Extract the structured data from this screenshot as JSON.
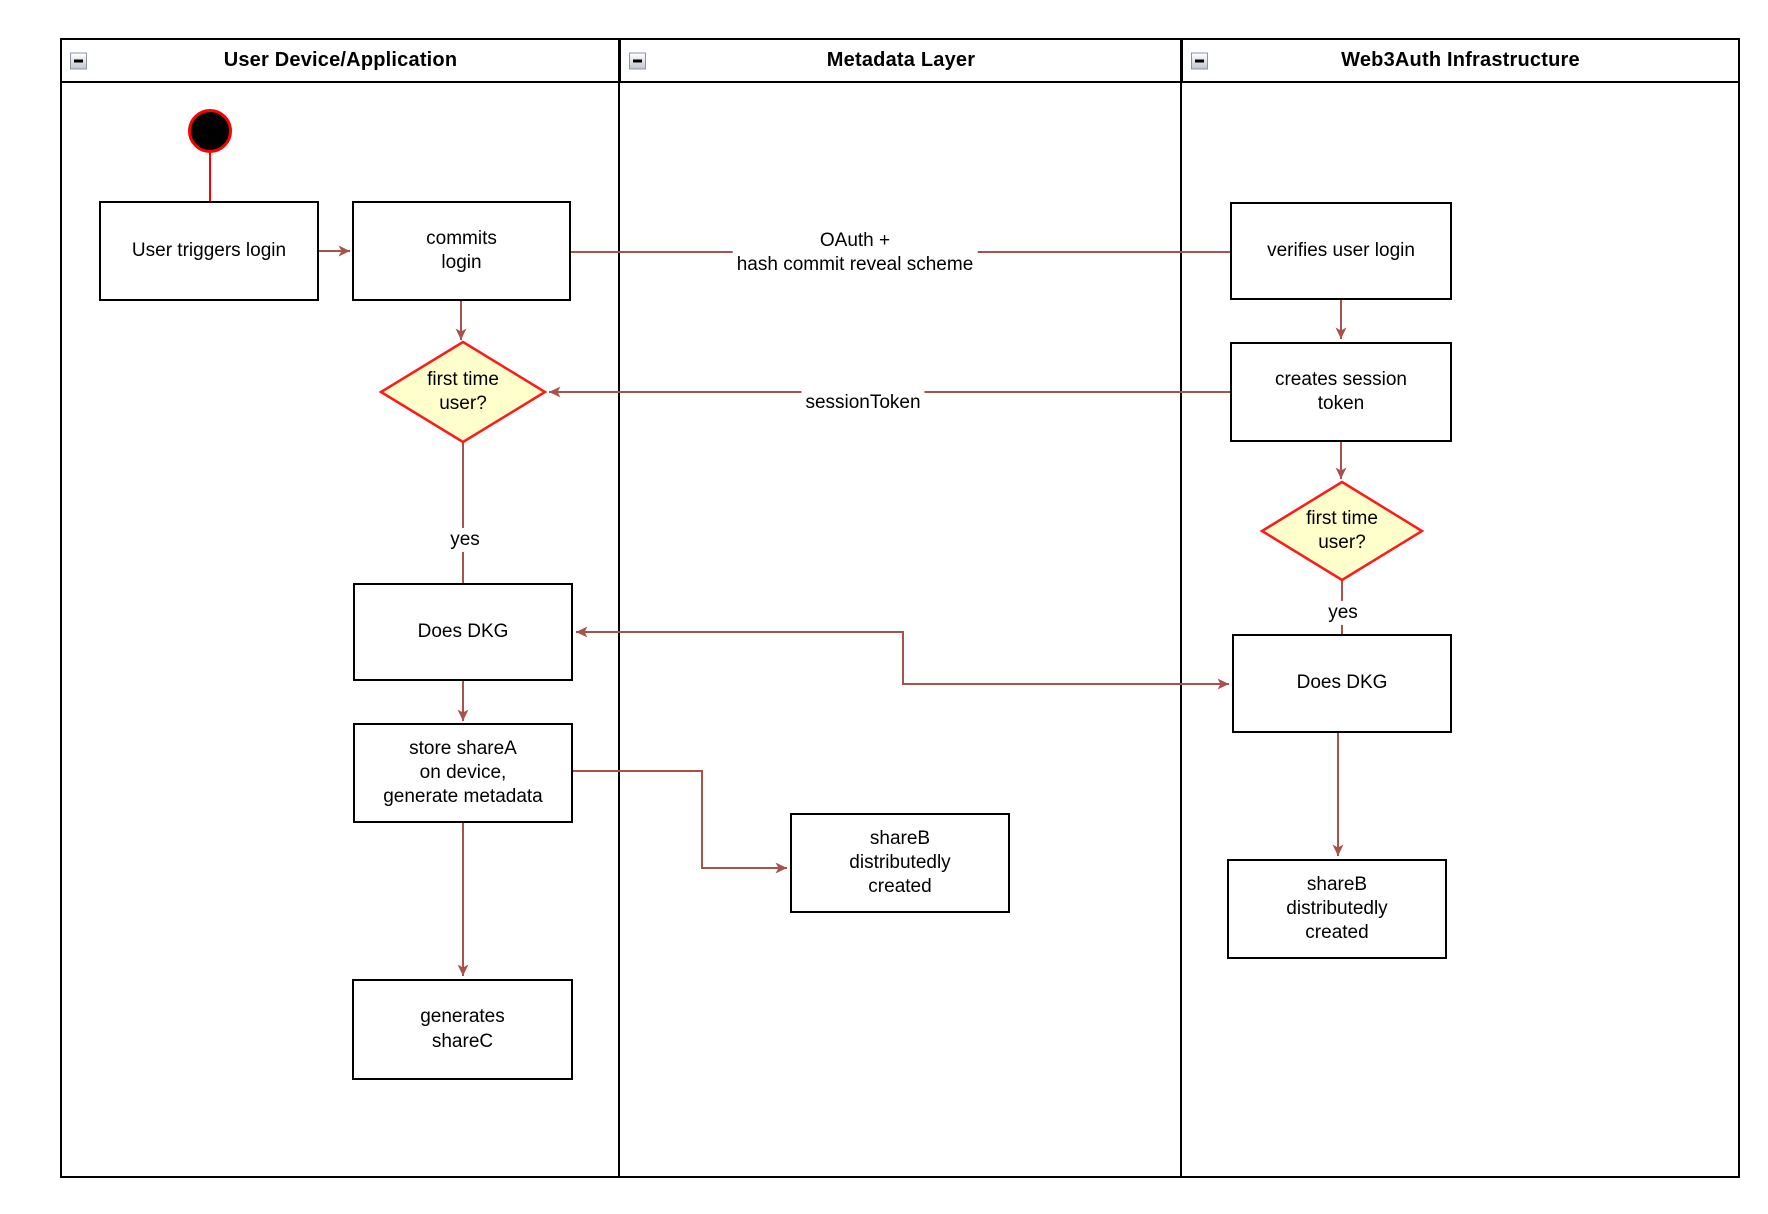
{
  "lanes": [
    {
      "title": "User Device/Application"
    },
    {
      "title": "Metadata Layer"
    },
    {
      "title": "Web3Auth Infrastructure"
    }
  ],
  "nodes": {
    "user_triggers_login": {
      "label": "User triggers login"
    },
    "commits_login": {
      "label": "commits\nlogin"
    },
    "first_time_user_device": {
      "label": "first time\nuser?"
    },
    "does_dkg_device": {
      "label": "Does DKG"
    },
    "store_shareA": {
      "label": "store shareA\non device,\ngenerate metadata"
    },
    "generates_shareC": {
      "label": "generates\nshareC"
    },
    "shareB_metadata": {
      "label": "shareB\ndistributedly\ncreated"
    },
    "verifies_user_login": {
      "label": "verifies user login"
    },
    "creates_session_token": {
      "label": "creates session\ntoken"
    },
    "first_time_user_infra": {
      "label": "first time\nuser?"
    },
    "does_dkg_infra": {
      "label": "Does DKG"
    },
    "shareB_infra": {
      "label": "shareB\ndistributedly\ncreated"
    }
  },
  "edge_labels": {
    "oauth": "OAuth +\nhash commit reveal scheme",
    "session_token": "sessionToken",
    "yes_device": "yes",
    "yes_infra": "yes"
  },
  "colors": {
    "connector": "#A8524C",
    "decision_border": "#FF1A1A",
    "decision_fill": "#FFFFCC",
    "start_fill": "#000000",
    "start_border": "#FF0000",
    "node_border": "#000000",
    "lane_border": "#000000"
  }
}
